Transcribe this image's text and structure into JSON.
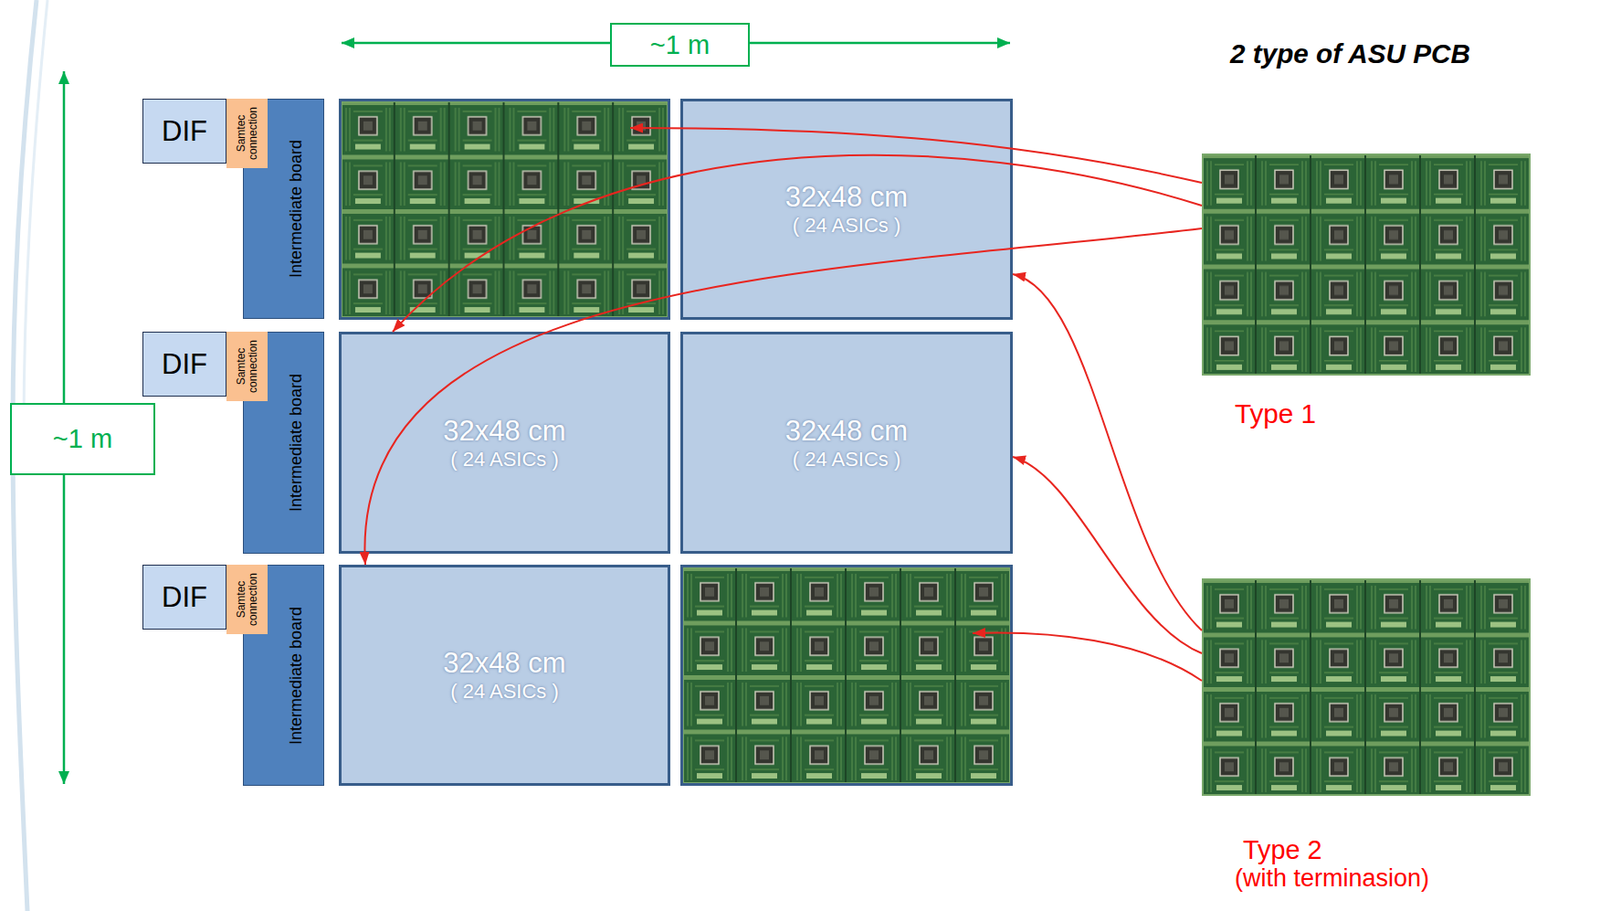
{
  "diagram": {
    "nodes": [
      {
        "text": [
          "DIF"
        ]
      },
      {
        "text": [
          "Samtec connection"
        ]
      },
      {
        "text": [
          "Intermediate board"
        ]
      },
      {
        "text": [
          "32x48 cm",
          "( 24 ASICs )"
        ]
      },
      {
        "text": [
          "DIF"
        ]
      },
      {
        "text": [
          "Samtec connection"
        ]
      },
      {
        "text": [
          "Intermediate board"
        ]
      },
      {
        "text": [
          "32x48 cm",
          "( 24 ASICs )"
        ]
      },
      {
        "text": [
          "32x48 cm",
          "( 24 ASICs )"
        ]
      },
      {
        "text": [
          "DIF"
        ]
      },
      {
        "text": [
          "Samtec connection"
        ]
      },
      {
        "text": [
          "Intermediate board"
        ]
      },
      {
        "text": [
          "32x48 cm",
          "( 24 ASICs )"
        ]
      },
      {
        "text": [
          "Type 1"
        ]
      },
      {
        "text": [
          "Type 2",
          "(with terminasion)"
        ]
      }
    ],
    "edges": [
      {
        "from": 13,
        "to": 7,
        "arrow": "to"
      },
      {
        "from": 13,
        "to": 12,
        "arrow": "to"
      },
      {
        "from": 14,
        "to": 3,
        "arrow": "to"
      },
      {
        "from": 14,
        "to": 8,
        "arrow": "to"
      }
    ],
    "labels": [
      "~1 m",
      "~1 m",
      "2 type of ASU PCB"
    ]
  }
}
